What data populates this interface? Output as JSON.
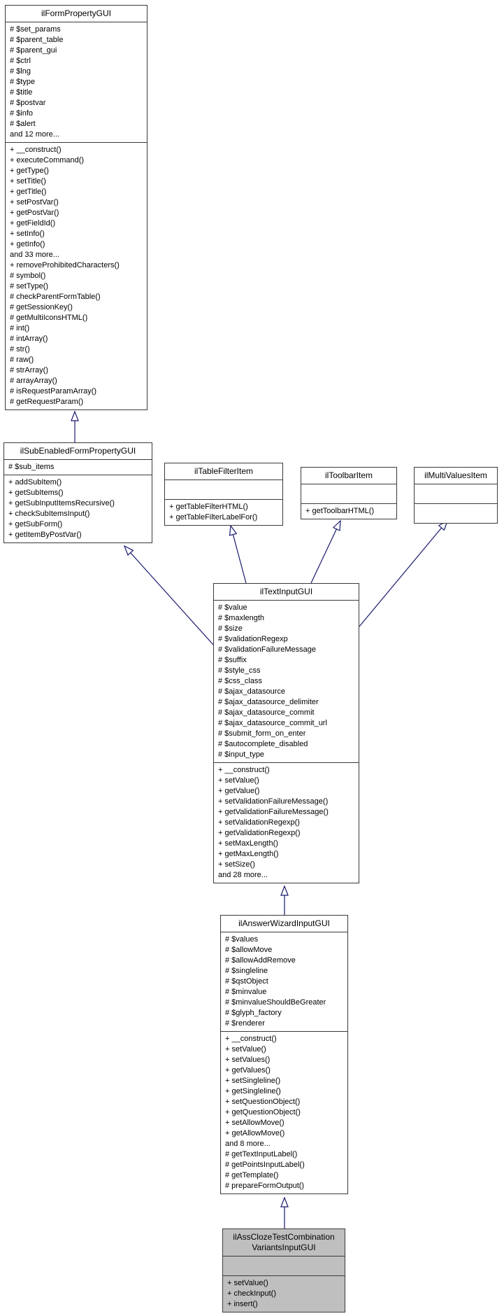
{
  "diagram": {
    "type": "uml-class-inheritance",
    "colors": {
      "edge": "#191970",
      "box_border": "#3a3a3a",
      "box_fill": "#ffffff",
      "highlight_fill": "#bfbfbf",
      "background": "#ffffff",
      "text": "#000000"
    },
    "classes": [
      {
        "title": "ilFormPropertyGUI",
        "attributes": [
          "# $set_params",
          "# $parent_table",
          "# $parent_gui",
          "# $ctrl",
          "# $lng",
          "# $type",
          "# $title",
          "# $postvar",
          "# $info",
          "# $alert",
          "and 12 more..."
        ],
        "methods": [
          "+ __construct()",
          "+ executeCommand()",
          "+ getType()",
          "+ setTitle()",
          "+ getTitle()",
          "+ setPostVar()",
          "+ getPostVar()",
          "+ getFieldId()",
          "+ setInfo()",
          "+ getInfo()",
          "and 33 more...",
          "+ removeProhibitedCharacters()",
          "# symbol()",
          "# setType()",
          "# checkParentFormTable()",
          "# getSessionKey()",
          "# getMultiIconsHTML()",
          "# int()",
          "# intArray()",
          "# str()",
          "# raw()",
          "# strArray()",
          "# arrayArray()",
          "# isRequestParamArray()",
          "# getRequestParam()"
        ]
      },
      {
        "title": "ilSubEnabledFormPropertyGUI",
        "attributes": [
          "# $sub_items"
        ],
        "methods": [
          "+ addSubItem()",
          "+ getSubItems()",
          "+ getSubInputItemsRecursive()",
          "+ checkSubItemsInput()",
          "+ getSubForm()",
          "+ getItemByPostVar()"
        ]
      },
      {
        "title": "ilTableFilterItem",
        "attributes": [],
        "methods": [
          "+ getTableFilterHTML()",
          "+ getTableFilterLabelFor()"
        ]
      },
      {
        "title": "ilToolbarItem",
        "attributes": [],
        "methods": [
          "+ getToolbarHTML()"
        ]
      },
      {
        "title": "ilMultiValuesItem",
        "attributes": [],
        "methods": []
      },
      {
        "title": "ilTextInputGUI",
        "attributes": [
          "# $value",
          "# $maxlength",
          "# $size",
          "# $validationRegexp",
          "# $validationFailureMessage",
          "# $suffix",
          "# $style_css",
          "# $css_class",
          "# $ajax_datasource",
          "# $ajax_datasource_delimiter",
          "# $ajax_datasource_commit",
          "# $ajax_datasource_commit_url",
          "# $submit_form_on_enter",
          "# $autocomplete_disabled",
          "# $input_type"
        ],
        "methods": [
          "+ __construct()",
          "+ setValue()",
          "+ getValue()",
          "+ setValidationFailureMessage()",
          "+ getValidationFailureMessage()",
          "+ setValidationRegexp()",
          "+ getValidationRegexp()",
          "+ setMaxLength()",
          "+ getMaxLength()",
          "+ setSize()",
          "and 28 more..."
        ]
      },
      {
        "title": "ilAnswerWizardInputGUI",
        "attributes": [
          "# $values",
          "# $allowMove",
          "# $allowAddRemove",
          "# $singleline",
          "# $qstObject",
          "# $minvalue",
          "# $minvalueShouldBeGreater",
          "# $glyph_factory",
          "# $renderer"
        ],
        "methods": [
          "+ __construct()",
          "+ setValue()",
          "+ setValues()",
          "+ getValues()",
          "+ setSingleline()",
          "+ getSingleline()",
          "+ setQuestionObject()",
          "+ getQuestionObject()",
          "+ setAllowMove()",
          "+ getAllowMove()",
          "and 8 more...",
          "# getTextInputLabel()",
          "# getPointsInputLabel()",
          "# getTemplate()",
          "# prepareFormOutput()"
        ]
      },
      {
        "title": "ilAssClozeTestCombination\nVariantsInputGUI",
        "attributes": [],
        "methods": [
          "+ setValue()",
          "+ checkInput()",
          "+ insert()"
        ]
      }
    ],
    "edges": [
      {
        "from": "ilSubEnabledFormPropertyGUI",
        "to": "ilFormPropertyGUI"
      },
      {
        "from": "ilTextInputGUI",
        "to": "ilSubEnabledFormPropertyGUI"
      },
      {
        "from": "ilTextInputGUI",
        "to": "ilTableFilterItem"
      },
      {
        "from": "ilTextInputGUI",
        "to": "ilToolbarItem"
      },
      {
        "from": "ilTextInputGUI",
        "to": "ilMultiValuesItem"
      },
      {
        "from": "ilAnswerWizardInputGUI",
        "to": "ilTextInputGUI"
      },
      {
        "from": "ilAssClozeTestCombinationVariantsInputGUI",
        "to": "ilAnswerWizardInputGUI"
      }
    ]
  }
}
